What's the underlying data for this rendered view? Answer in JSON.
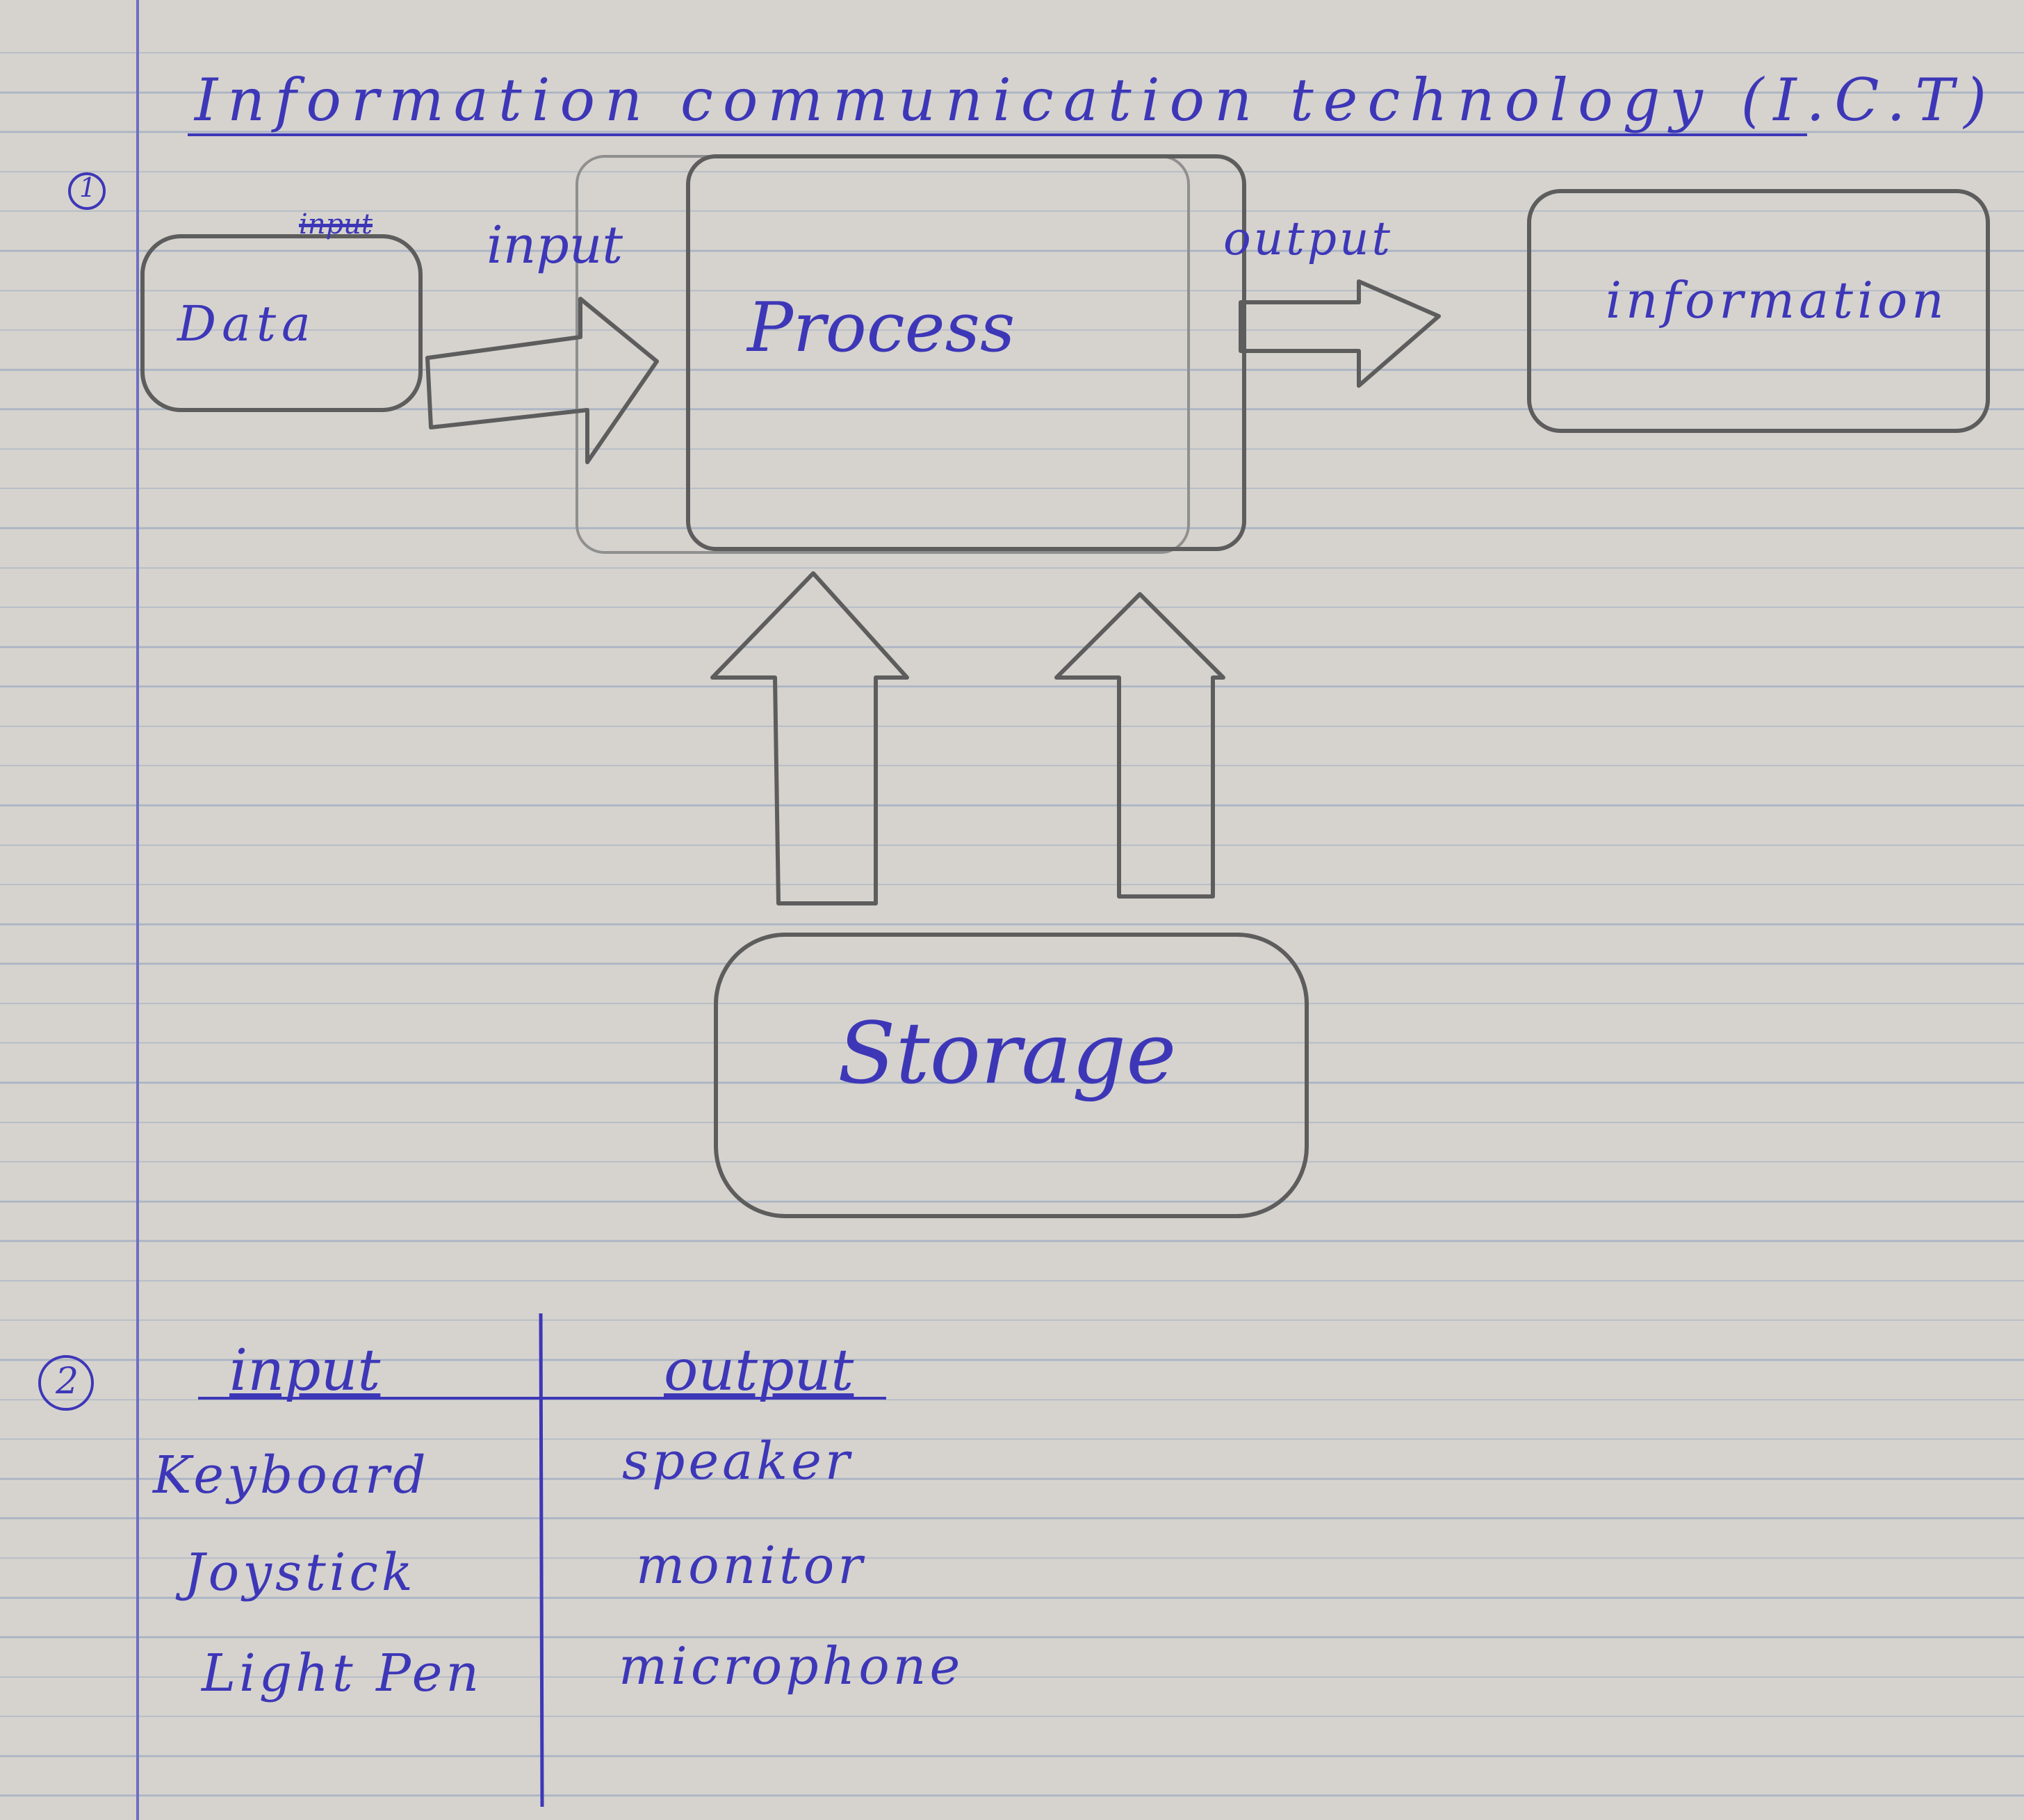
{
  "heading": "Information communication technology (I.C.T)",
  "section1": {
    "number": "1",
    "crossed_word": "input",
    "boxes": {
      "data": "Data",
      "process": "Process",
      "information": "information",
      "storage": "Storage"
    },
    "arrows": {
      "input": "input",
      "output": "output"
    }
  },
  "section2": {
    "number": "2",
    "table": {
      "headers": [
        "input",
        "output"
      ],
      "rows": [
        [
          "Keyboard",
          "speaker"
        ],
        [
          "Joystick",
          "monitor"
        ],
        [
          "Light Pen",
          "microphone"
        ]
      ]
    }
  },
  "colors": {
    "ink": "#3d37b8",
    "pencil": "#5d5d5d",
    "paper": "#d6d3ce"
  }
}
